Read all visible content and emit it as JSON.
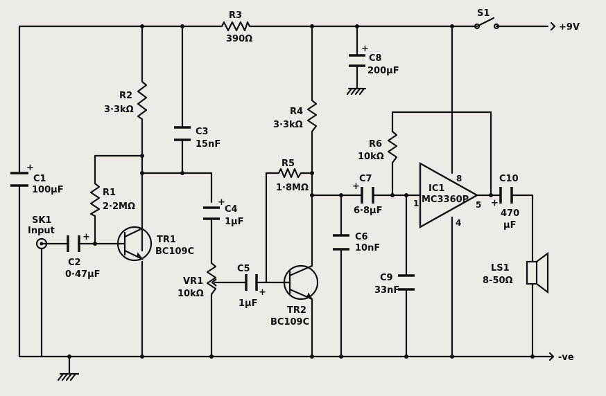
{
  "rails": {
    "positive": "+9V",
    "negative": "-ve"
  },
  "components": {
    "R1": {
      "ref": "R1",
      "value": "2·2MΩ"
    },
    "R2": {
      "ref": "R2",
      "value": "3·3kΩ"
    },
    "R3": {
      "ref": "R3",
      "value": "390Ω"
    },
    "R4": {
      "ref": "R4",
      "value": "3·3kΩ"
    },
    "R5": {
      "ref": "R5",
      "value": "1·8MΩ"
    },
    "R6": {
      "ref": "R6",
      "value": "10kΩ"
    },
    "C1": {
      "ref": "C1",
      "value": "100μF"
    },
    "C2": {
      "ref": "C2",
      "value": "0·47μF"
    },
    "C3": {
      "ref": "C3",
      "value": "15nF"
    },
    "C4": {
      "ref": "C4",
      "value": "1μF"
    },
    "C5": {
      "ref": "C5",
      "value": "1μF"
    },
    "C6": {
      "ref": "C6",
      "value": "10nF"
    },
    "C7": {
      "ref": "C7",
      "value": "6·8μF"
    },
    "C8": {
      "ref": "C8",
      "value": "200μF"
    },
    "C9": {
      "ref": "C9",
      "value": "33nF"
    },
    "C10": {
      "ref": "C10",
      "value": "470",
      "value2": "μF"
    },
    "VR1": {
      "ref": "VR1",
      "value": "10kΩ"
    },
    "TR1": {
      "ref": "TR1",
      "value": "BC109C"
    },
    "TR2": {
      "ref": "TR2",
      "value": "BC109C"
    },
    "IC1": {
      "ref": "IC1",
      "value": "MC3360P",
      "pin1": "1",
      "pin4": "4",
      "pin5": "5",
      "pin8": "8"
    },
    "SK1": {
      "ref": "SK1",
      "value": "Input"
    },
    "S1": {
      "ref": "S1"
    },
    "LS1": {
      "ref": "LS1",
      "value": "8-50Ω"
    }
  },
  "polarity_mark": "+"
}
